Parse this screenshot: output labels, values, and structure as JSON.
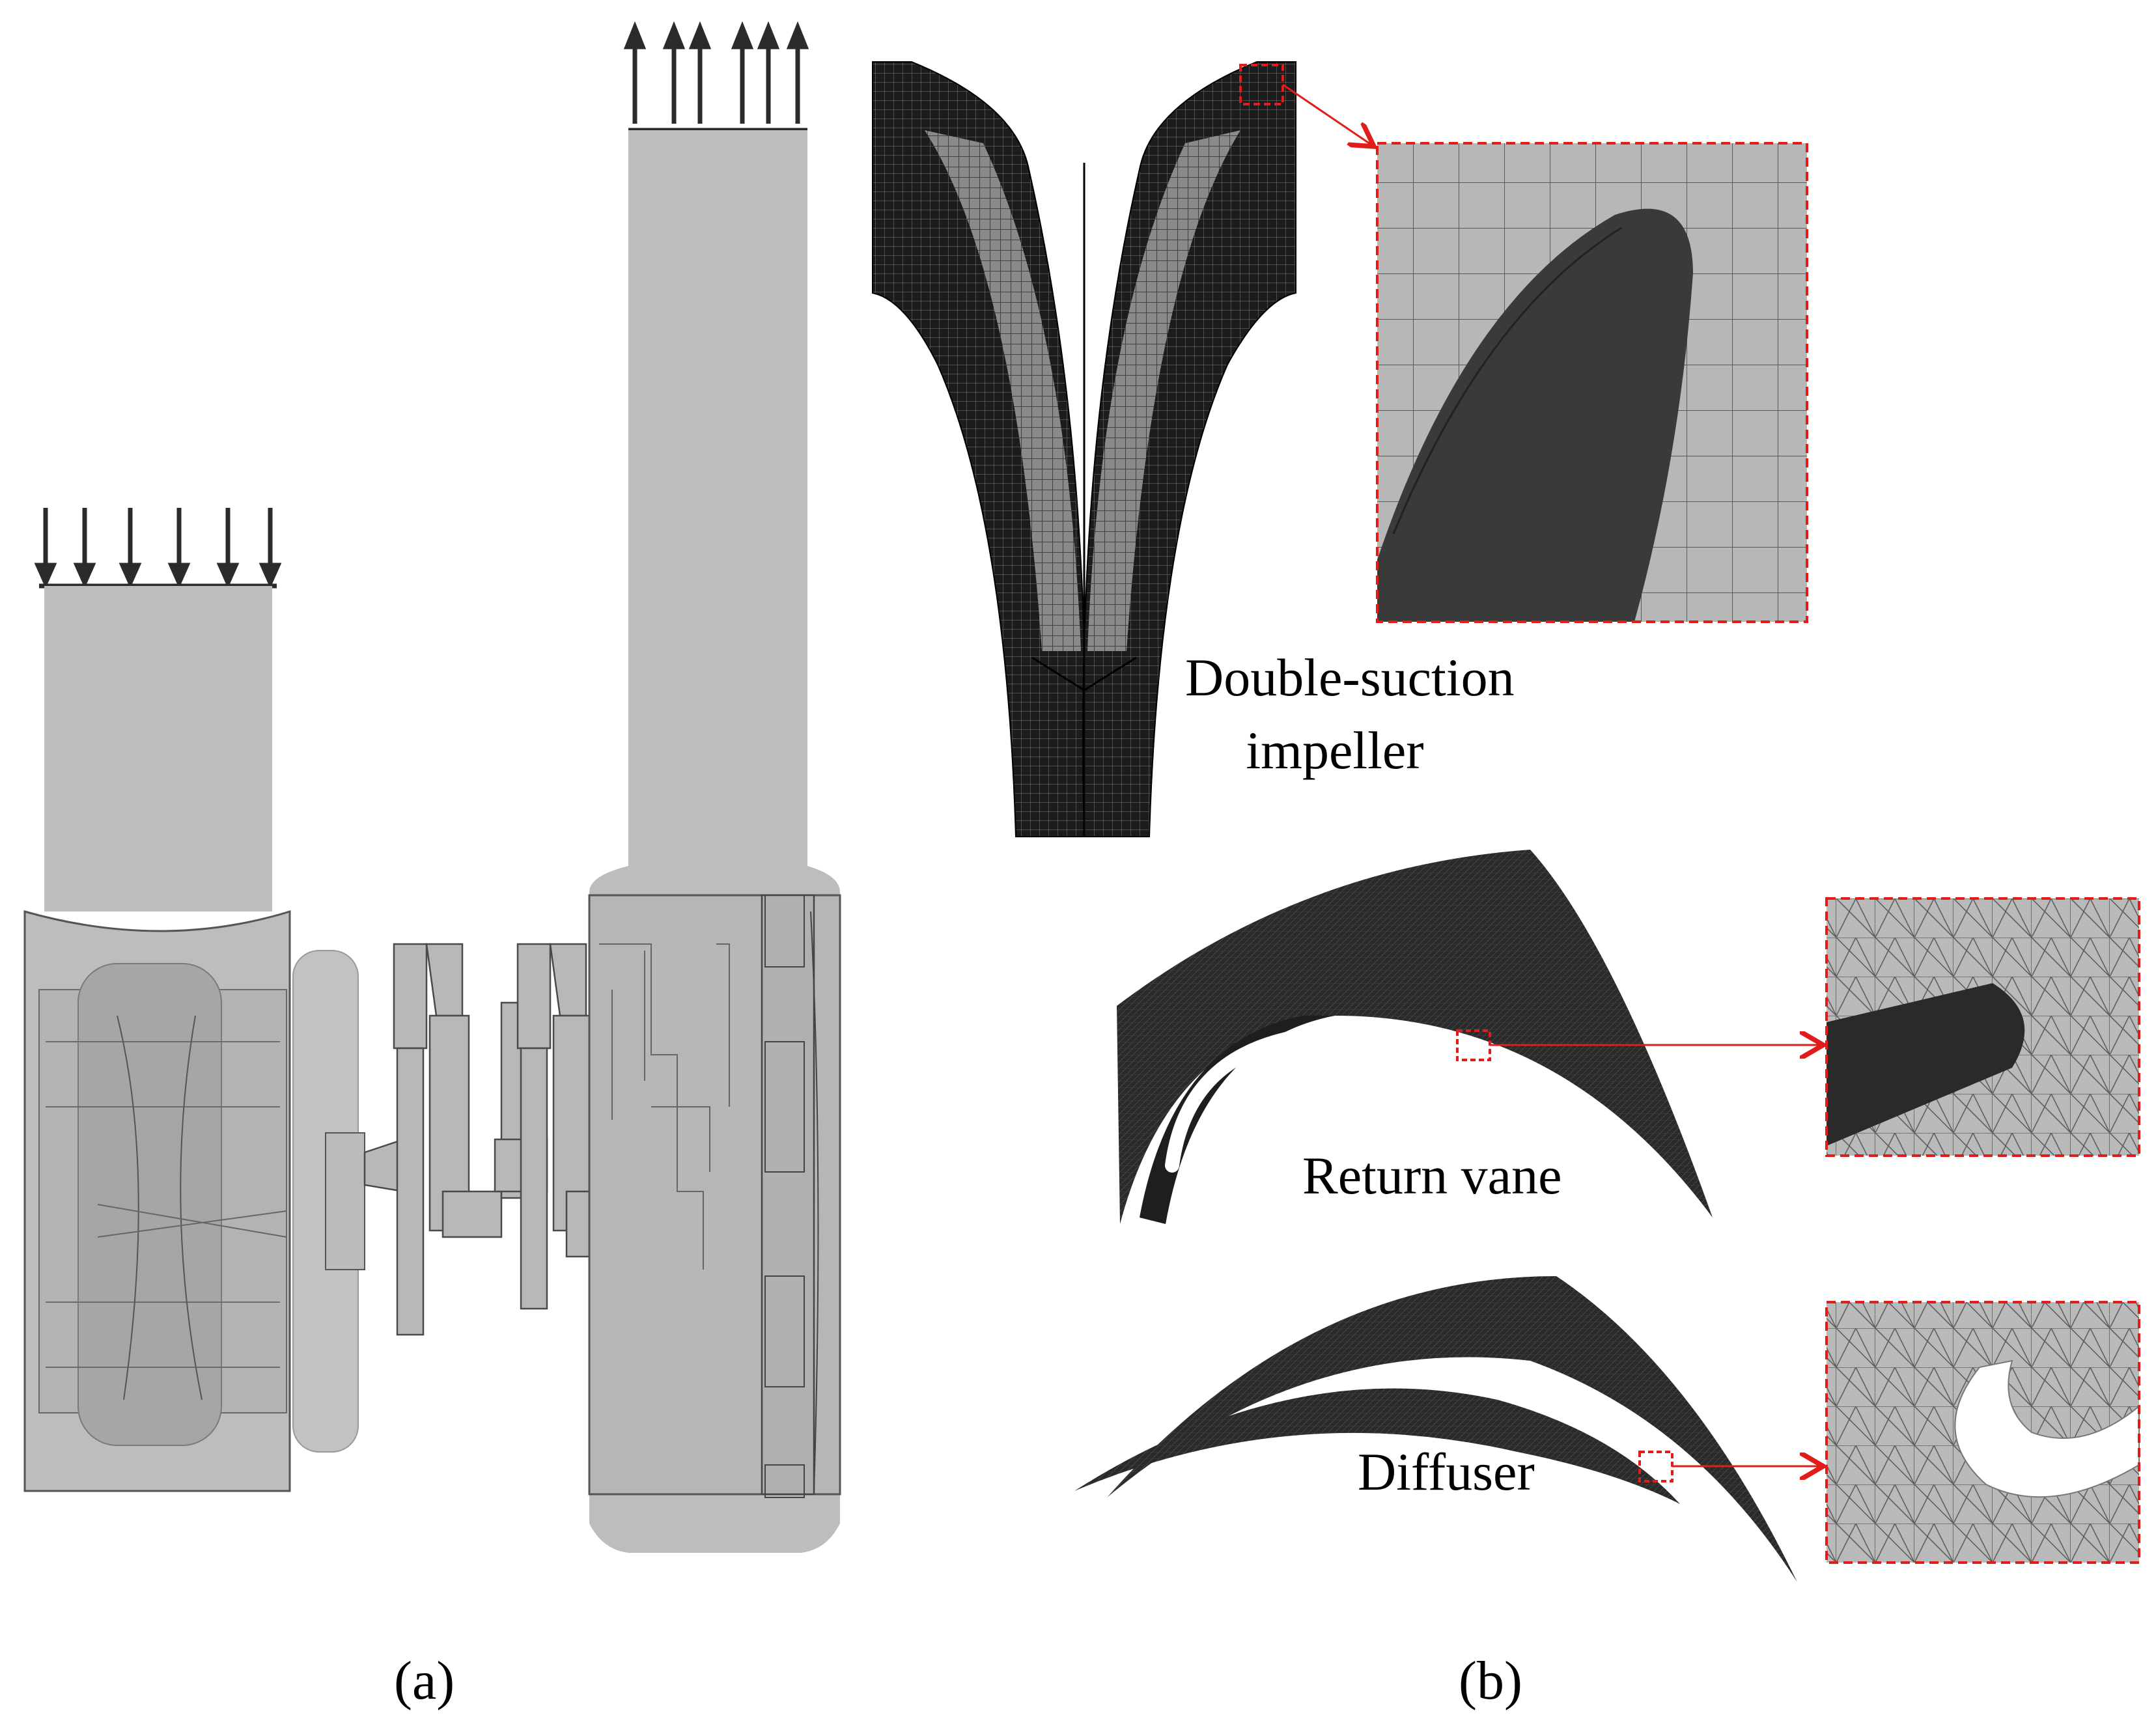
{
  "figure": {
    "panel_a_label": "(a)",
    "panel_b_label": "(b)"
  },
  "parts": [
    {
      "name": "impeller",
      "label_line1": "Double-suction",
      "label_line2": "impeller"
    },
    {
      "name": "return_vane",
      "label": "Return vane"
    },
    {
      "name": "diffuser",
      "label": "Diffuser"
    }
  ],
  "colors": {
    "geometry_gray": "#bdbdbd",
    "geometry_dark_gray": "#9e9e9e",
    "edge_line": "#333333",
    "mesh_dark": "#1a1a1a",
    "mesh_light_gray": "#b0b0b0",
    "zoom_frame": "#e21b1b",
    "arrow": "#2b2b2b"
  }
}
